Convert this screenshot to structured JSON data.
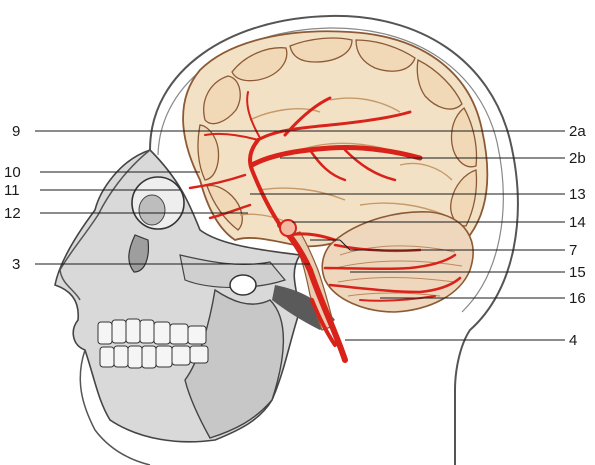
{
  "figure": {
    "subject": "Lateral head section showing cerebral arteries",
    "colors": {
      "artery": "#d8221a",
      "brain": "#f3e1c6",
      "brain_outline": "#8c5a34",
      "skull": "#d9d9d9",
      "skin_outline": "#555555"
    },
    "labels": {
      "l9": "9",
      "l10": "10",
      "l11": "11",
      "l12": "12",
      "l3": "3",
      "l2a": "2a",
      "l2b": "2b",
      "l13": "13",
      "l14": "14",
      "l7": "7",
      "l15": "15",
      "l16": "16",
      "l4": "4"
    }
  }
}
